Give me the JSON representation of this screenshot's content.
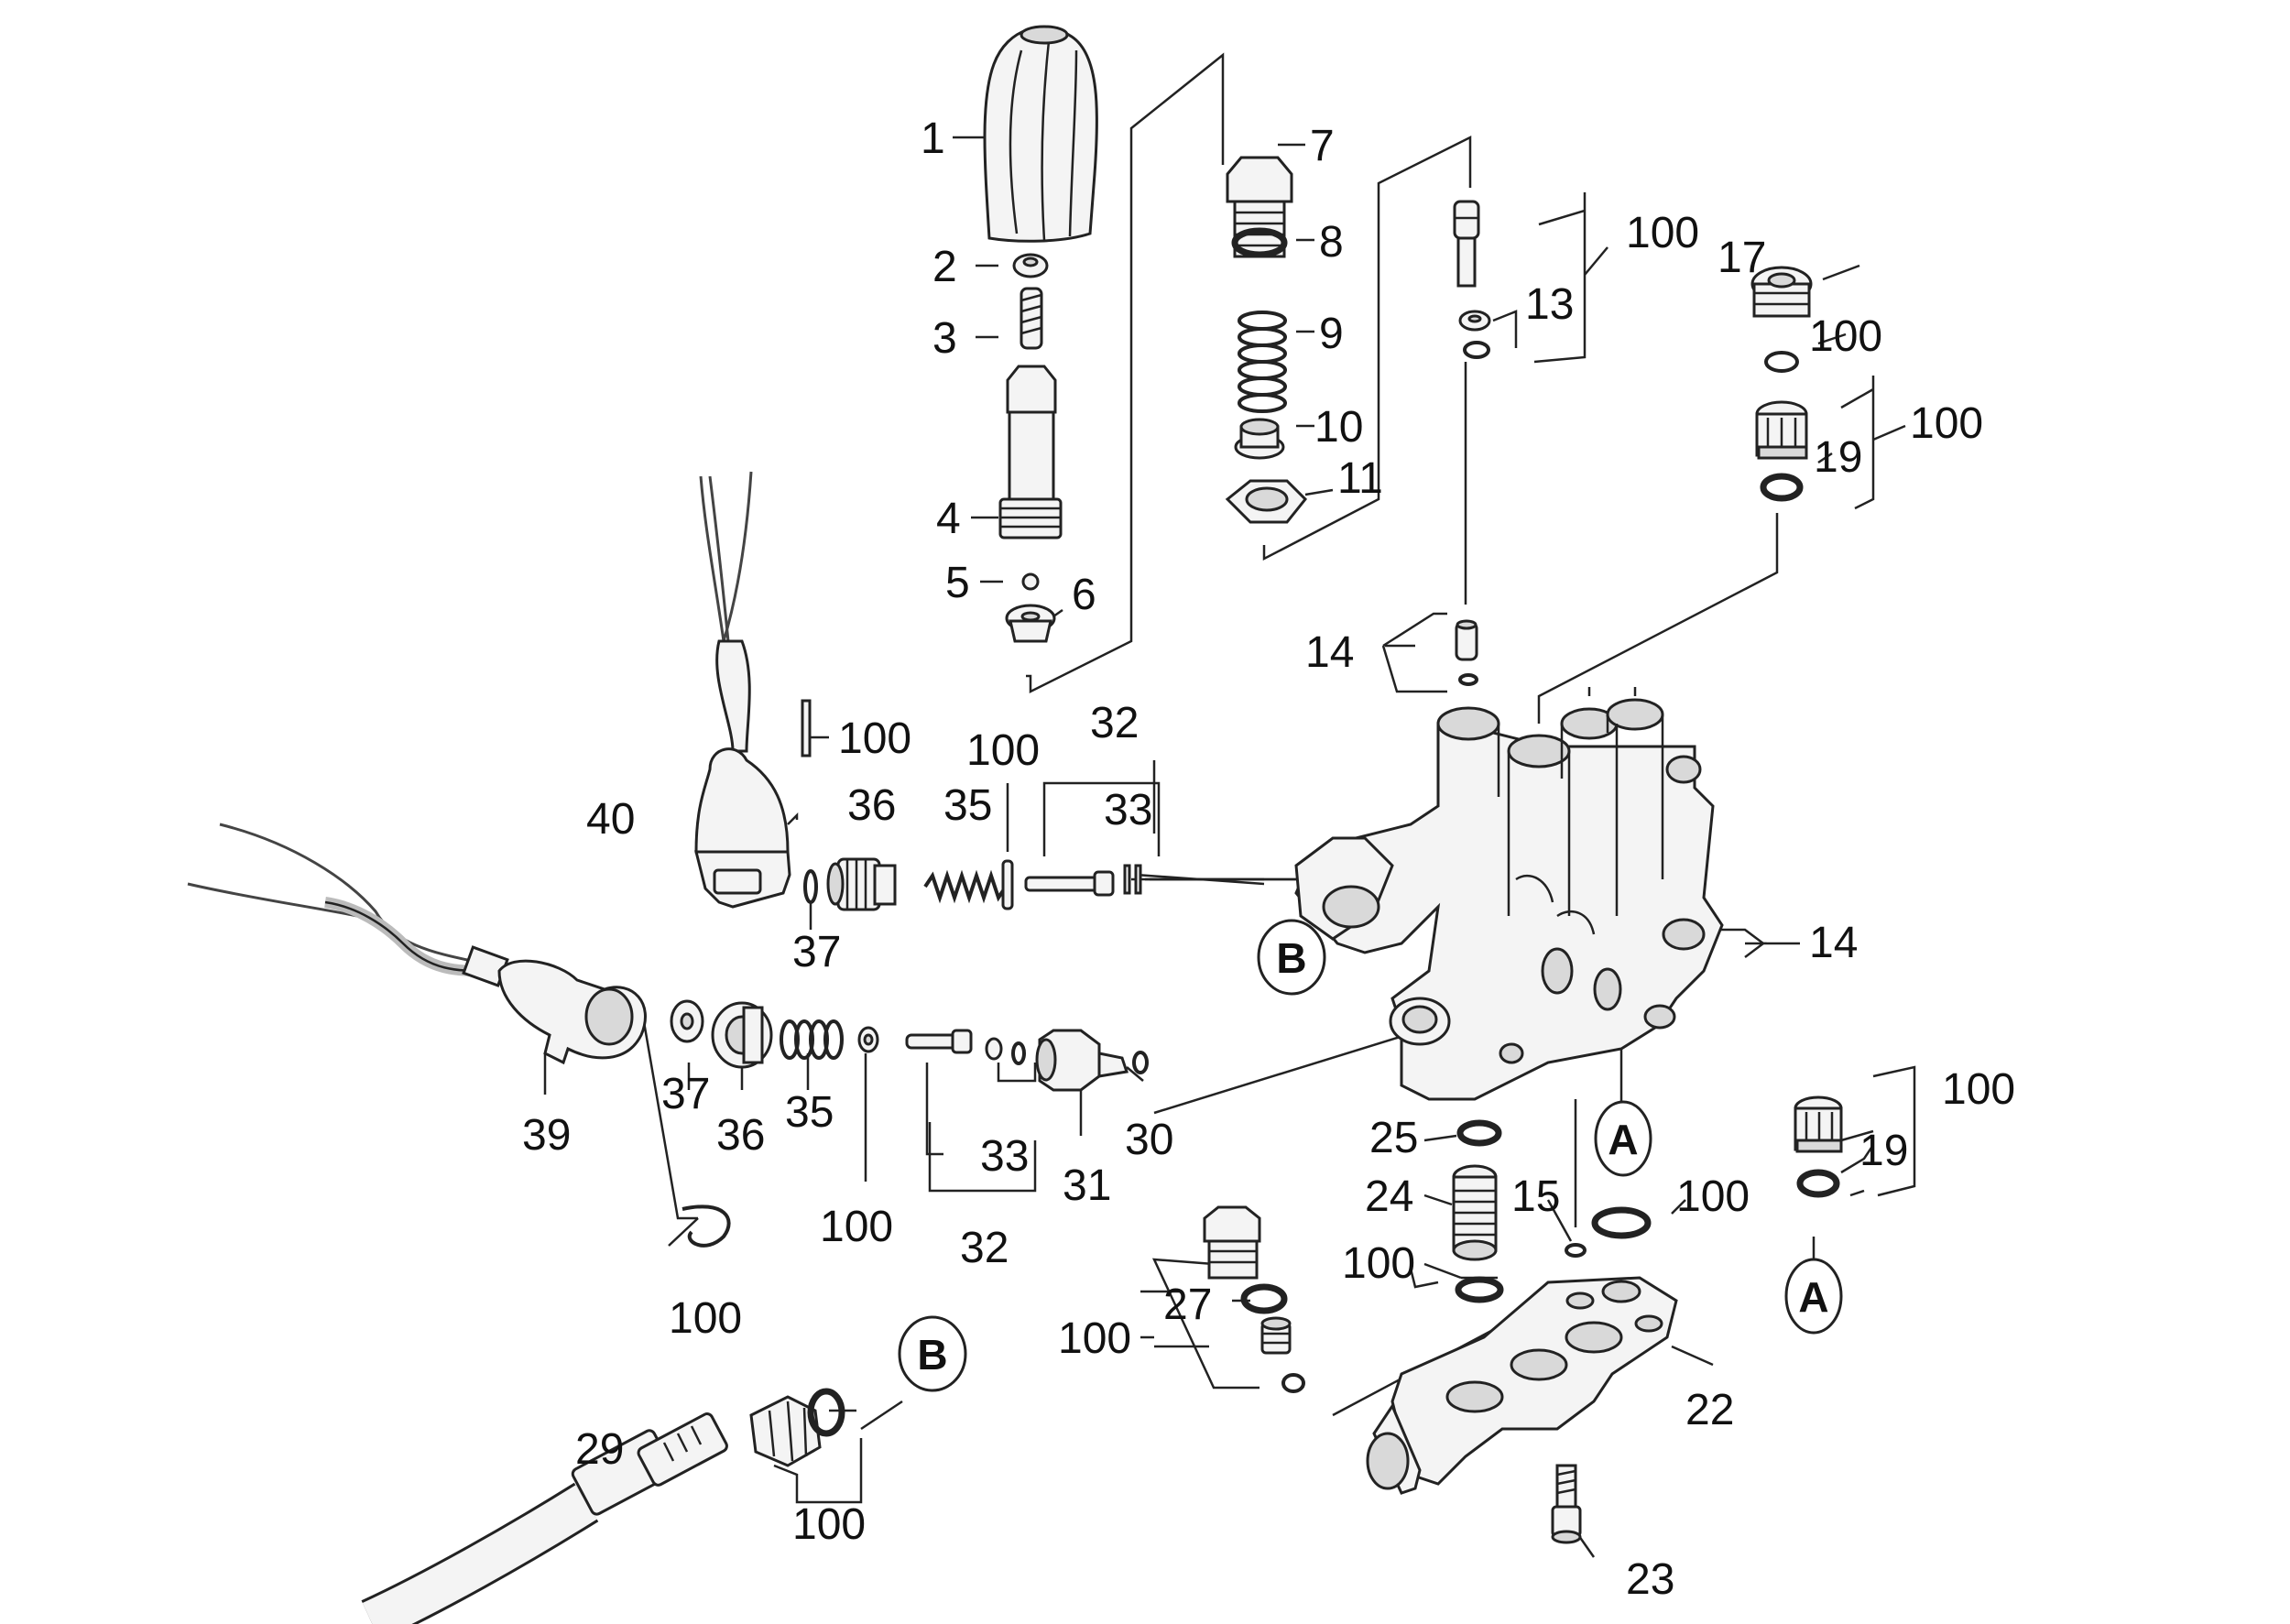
{
  "labels": {
    "l1": "1",
    "l2": "2",
    "l3": "3",
    "l4": "4",
    "l5": "5",
    "l6": "6",
    "l7": "7",
    "l8": "8",
    "l9": "9",
    "l10": "10",
    "l11": "11",
    "l13": "13",
    "l14a": "14",
    "l14b": "14",
    "l15": "15",
    "l17": "17",
    "l19a": "19",
    "l19b": "19",
    "l22": "22",
    "l23": "23",
    "l24": "24",
    "l25": "25",
    "l27": "27",
    "l29": "29",
    "l30": "30",
    "l31": "31",
    "l32a": "32",
    "l32b": "32",
    "l33a": "33",
    "l33b": "33",
    "l35a": "35",
    "l35b": "35",
    "l36a": "36",
    "l36b": "36",
    "l37a": "37",
    "l37b": "37",
    "l39": "39",
    "l40": "40",
    "l100a": "100",
    "l100b": "100",
    "l100c": "100",
    "l100d": "100",
    "l100e": "100",
    "l100f": "100",
    "l100g": "100",
    "l100h": "100",
    "l100i": "100",
    "l100j": "100",
    "l100k": "100"
  },
  "refs": {
    "a1": "A",
    "a2": "A",
    "b1": "B",
    "b2": "B"
  }
}
